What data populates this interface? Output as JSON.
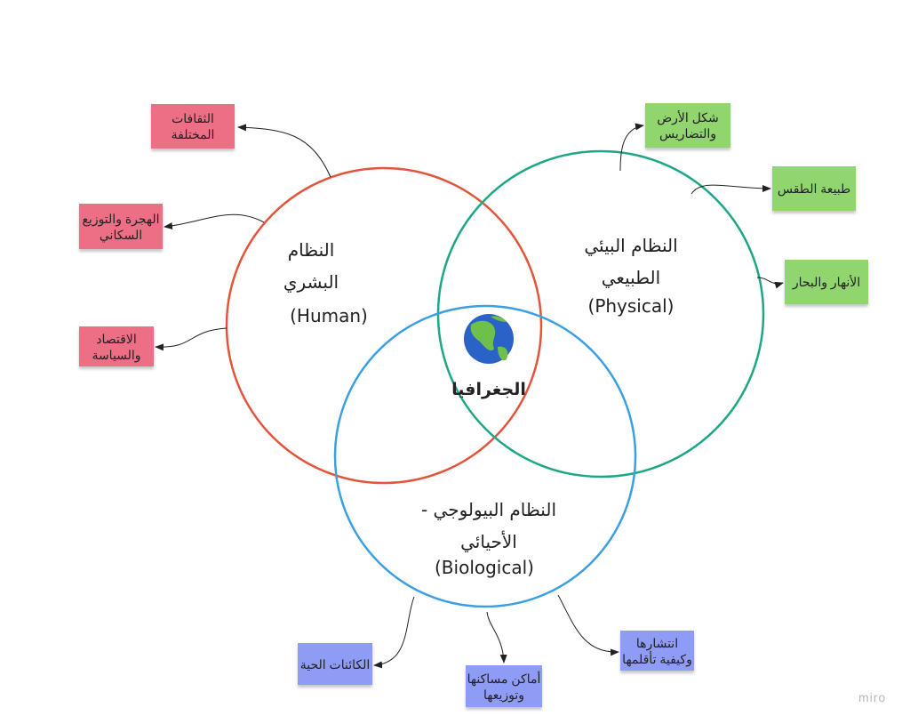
{
  "center": {
    "title": "الجغرافيا",
    "icon": "globe-icon"
  },
  "circles": [
    {
      "id": "human",
      "label_ar": "النظام\nالبشري",
      "label_en": "(Human)",
      "color": "#e2553a"
    },
    {
      "id": "physical",
      "label_ar": "النظام البيئي\nالطبيعي",
      "label_en": "(Physical)",
      "color": "#1ea787"
    },
    {
      "id": "biological",
      "label_ar": "النظام البيولوجي -\nالأحيائي",
      "label_en": "(Biological)",
      "color": "#3a9fe3"
    }
  ],
  "notes": {
    "human": [
      "الثقافات\nالمختلفة",
      "الهجرة والتوزيع\nالسكاني",
      "الاقتصاد\nوالسياسة"
    ],
    "physical": [
      "شكل الأرض\nوالتضاريس",
      "طبيعة الطقس",
      "الأنهار والبحار"
    ],
    "biological": [
      "الكائنات الحية",
      "أماكن مساكنها\nوتوزيعها",
      "انتشارها\nوكيفية تأقلمها"
    ]
  },
  "colors": {
    "pink": "#ec6f86",
    "green": "#91d56e",
    "blue": "#8f9cf6"
  },
  "watermark": "miro"
}
